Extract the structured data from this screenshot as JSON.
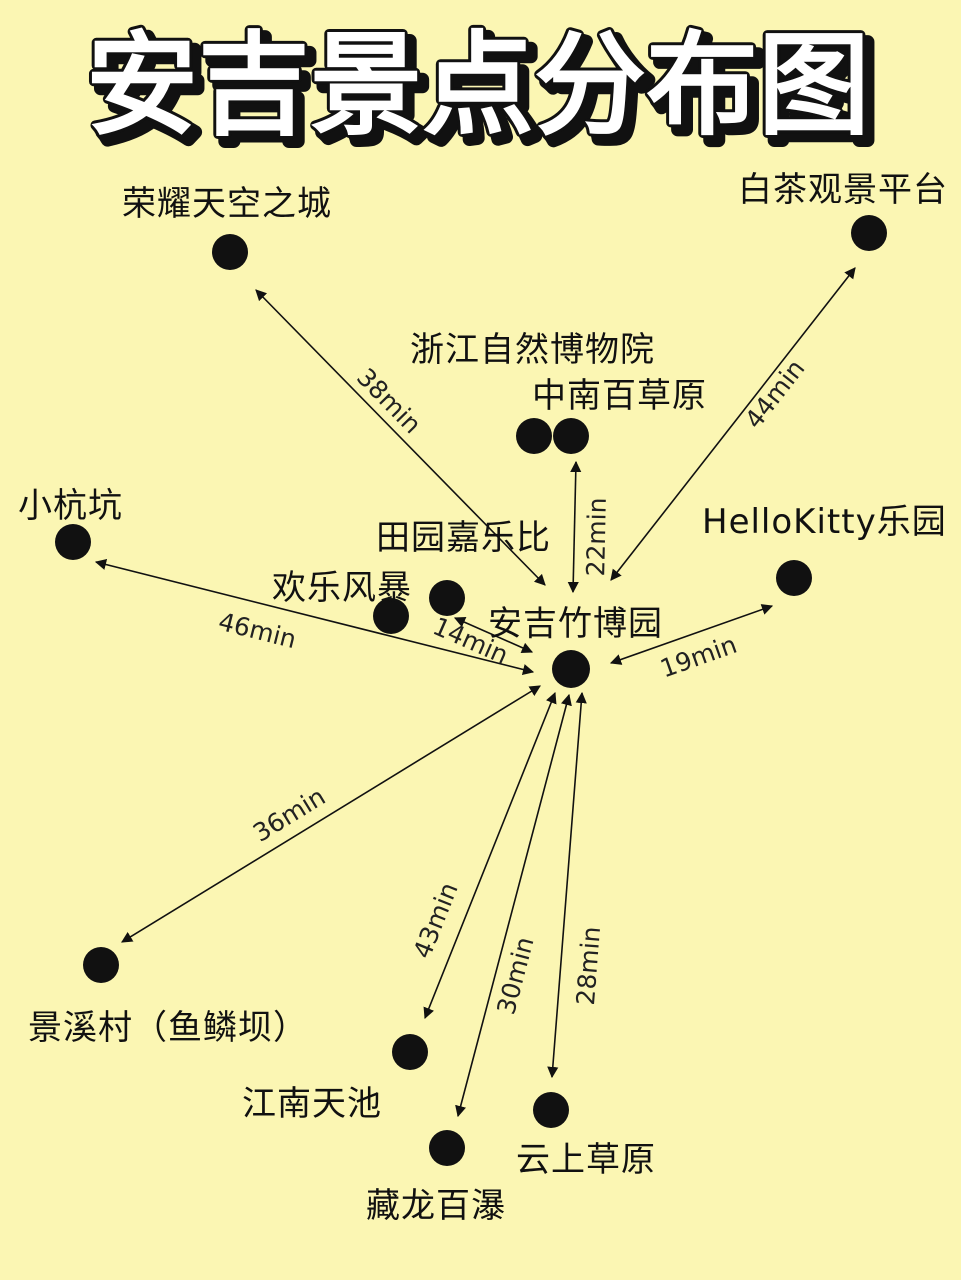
{
  "title": "安吉景点分布图",
  "hub": {
    "id": "anji-bamboo",
    "name": "安吉竹博园"
  },
  "places": [
    {
      "id": "rongyao",
      "name": "荣耀天空之城"
    },
    {
      "id": "baicha",
      "name": "白茶观景平台"
    },
    {
      "id": "zhejiang-museum",
      "name": "浙江自然博物院"
    },
    {
      "id": "zhongnan",
      "name": "中南百草原"
    },
    {
      "id": "xiaohangkeng",
      "name": "小杭坑"
    },
    {
      "id": "tianyuan",
      "name": "田园嘉乐比"
    },
    {
      "id": "huanle",
      "name": "欢乐风暴"
    },
    {
      "id": "hellokitty",
      "name": "HelloKitty乐园"
    },
    {
      "id": "jingxi",
      "name": "景溪村（鱼鳞坝）"
    },
    {
      "id": "jiangnan",
      "name": "江南天池"
    },
    {
      "id": "canglong",
      "name": "藏龙百瀑"
    },
    {
      "id": "yunshang",
      "name": "云上草原"
    }
  ],
  "routes": [
    {
      "to": "rongyao",
      "time": "38min"
    },
    {
      "to": "baicha",
      "time": "44min"
    },
    {
      "to": "zhongnan",
      "time": "22min"
    },
    {
      "to": "xiaohangkeng",
      "time": "46min"
    },
    {
      "to": "tianyuan",
      "time": "14min"
    },
    {
      "to": "hellokitty",
      "time": "19min"
    },
    {
      "to": "jingxi",
      "time": "36min"
    },
    {
      "to": "jiangnan",
      "time": "43min"
    },
    {
      "to": "canglong",
      "time": "30min"
    },
    {
      "to": "yunshang",
      "time": "28min"
    }
  ],
  "colors": {
    "background": "#fbf6b3",
    "ink": "#111111",
    "title_fill": "#ffffff",
    "title_shadow": "#111111"
  }
}
